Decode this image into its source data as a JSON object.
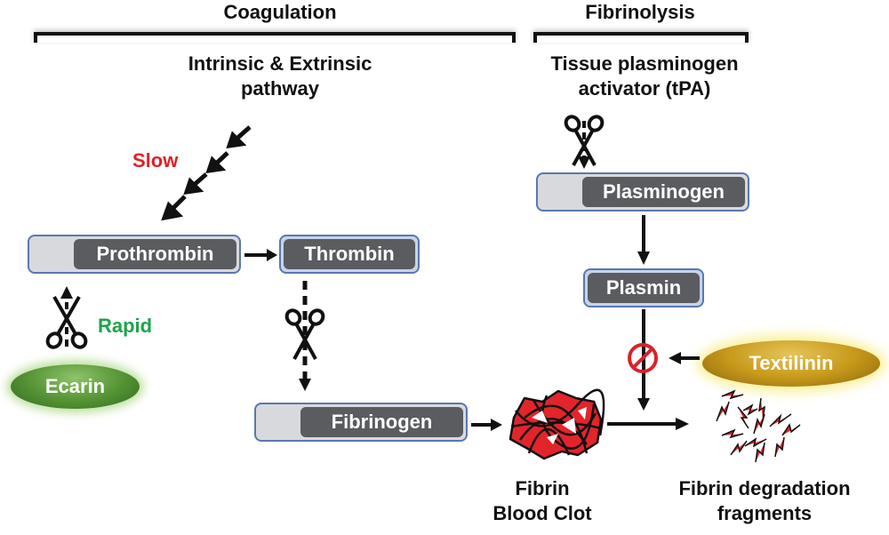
{
  "sections": {
    "coagulation": "Coagulation",
    "fibrinolysis": "Fibrinolysis"
  },
  "sources": {
    "pathway": [
      "Intrinsic & Extrinsic",
      "pathway"
    ],
    "tpa": [
      "Tissue plasminogen",
      "activator (tPA)"
    ]
  },
  "rates": {
    "slow": "Slow",
    "rapid": "Rapid"
  },
  "proteins": {
    "prothrombin": "Prothrombin",
    "thrombin": "Thrombin",
    "fibrinogen": "Fibrinogen",
    "plasminogen": "Plasminogen",
    "plasmin": "Plasmin"
  },
  "agents": {
    "ecarin": "Ecarin",
    "textilinin": "Textilinin"
  },
  "products": {
    "clot": [
      "Fibrin",
      "Blood Clot"
    ],
    "fragments": [
      "Fibrin degradation",
      "fragments"
    ]
  },
  "colors": {
    "slow": "#e0202a",
    "rapid": "#1fa34a",
    "protein_dark": "#5a5c60",
    "protein_border": "#5a78b0",
    "ecarin": "#5c9a3a",
    "textilinin": "#c89a1c",
    "inhibit": "#d9222a",
    "clot": "#e3242b"
  }
}
